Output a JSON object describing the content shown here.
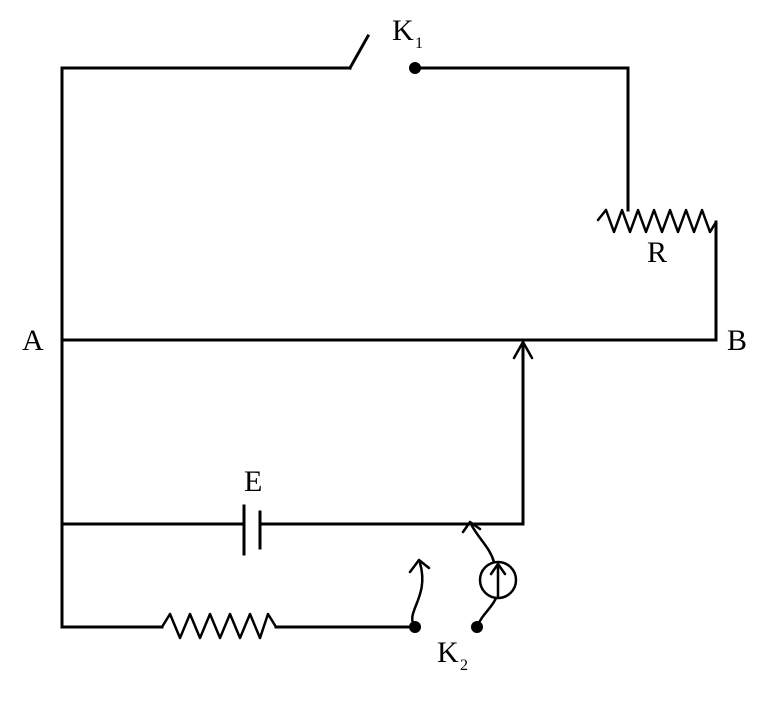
{
  "labels": {
    "k1": "K",
    "k1_sub": "1",
    "r": "R",
    "a": "A",
    "b": "B",
    "e": "E",
    "k2": "K",
    "k2_sub": "2"
  }
}
